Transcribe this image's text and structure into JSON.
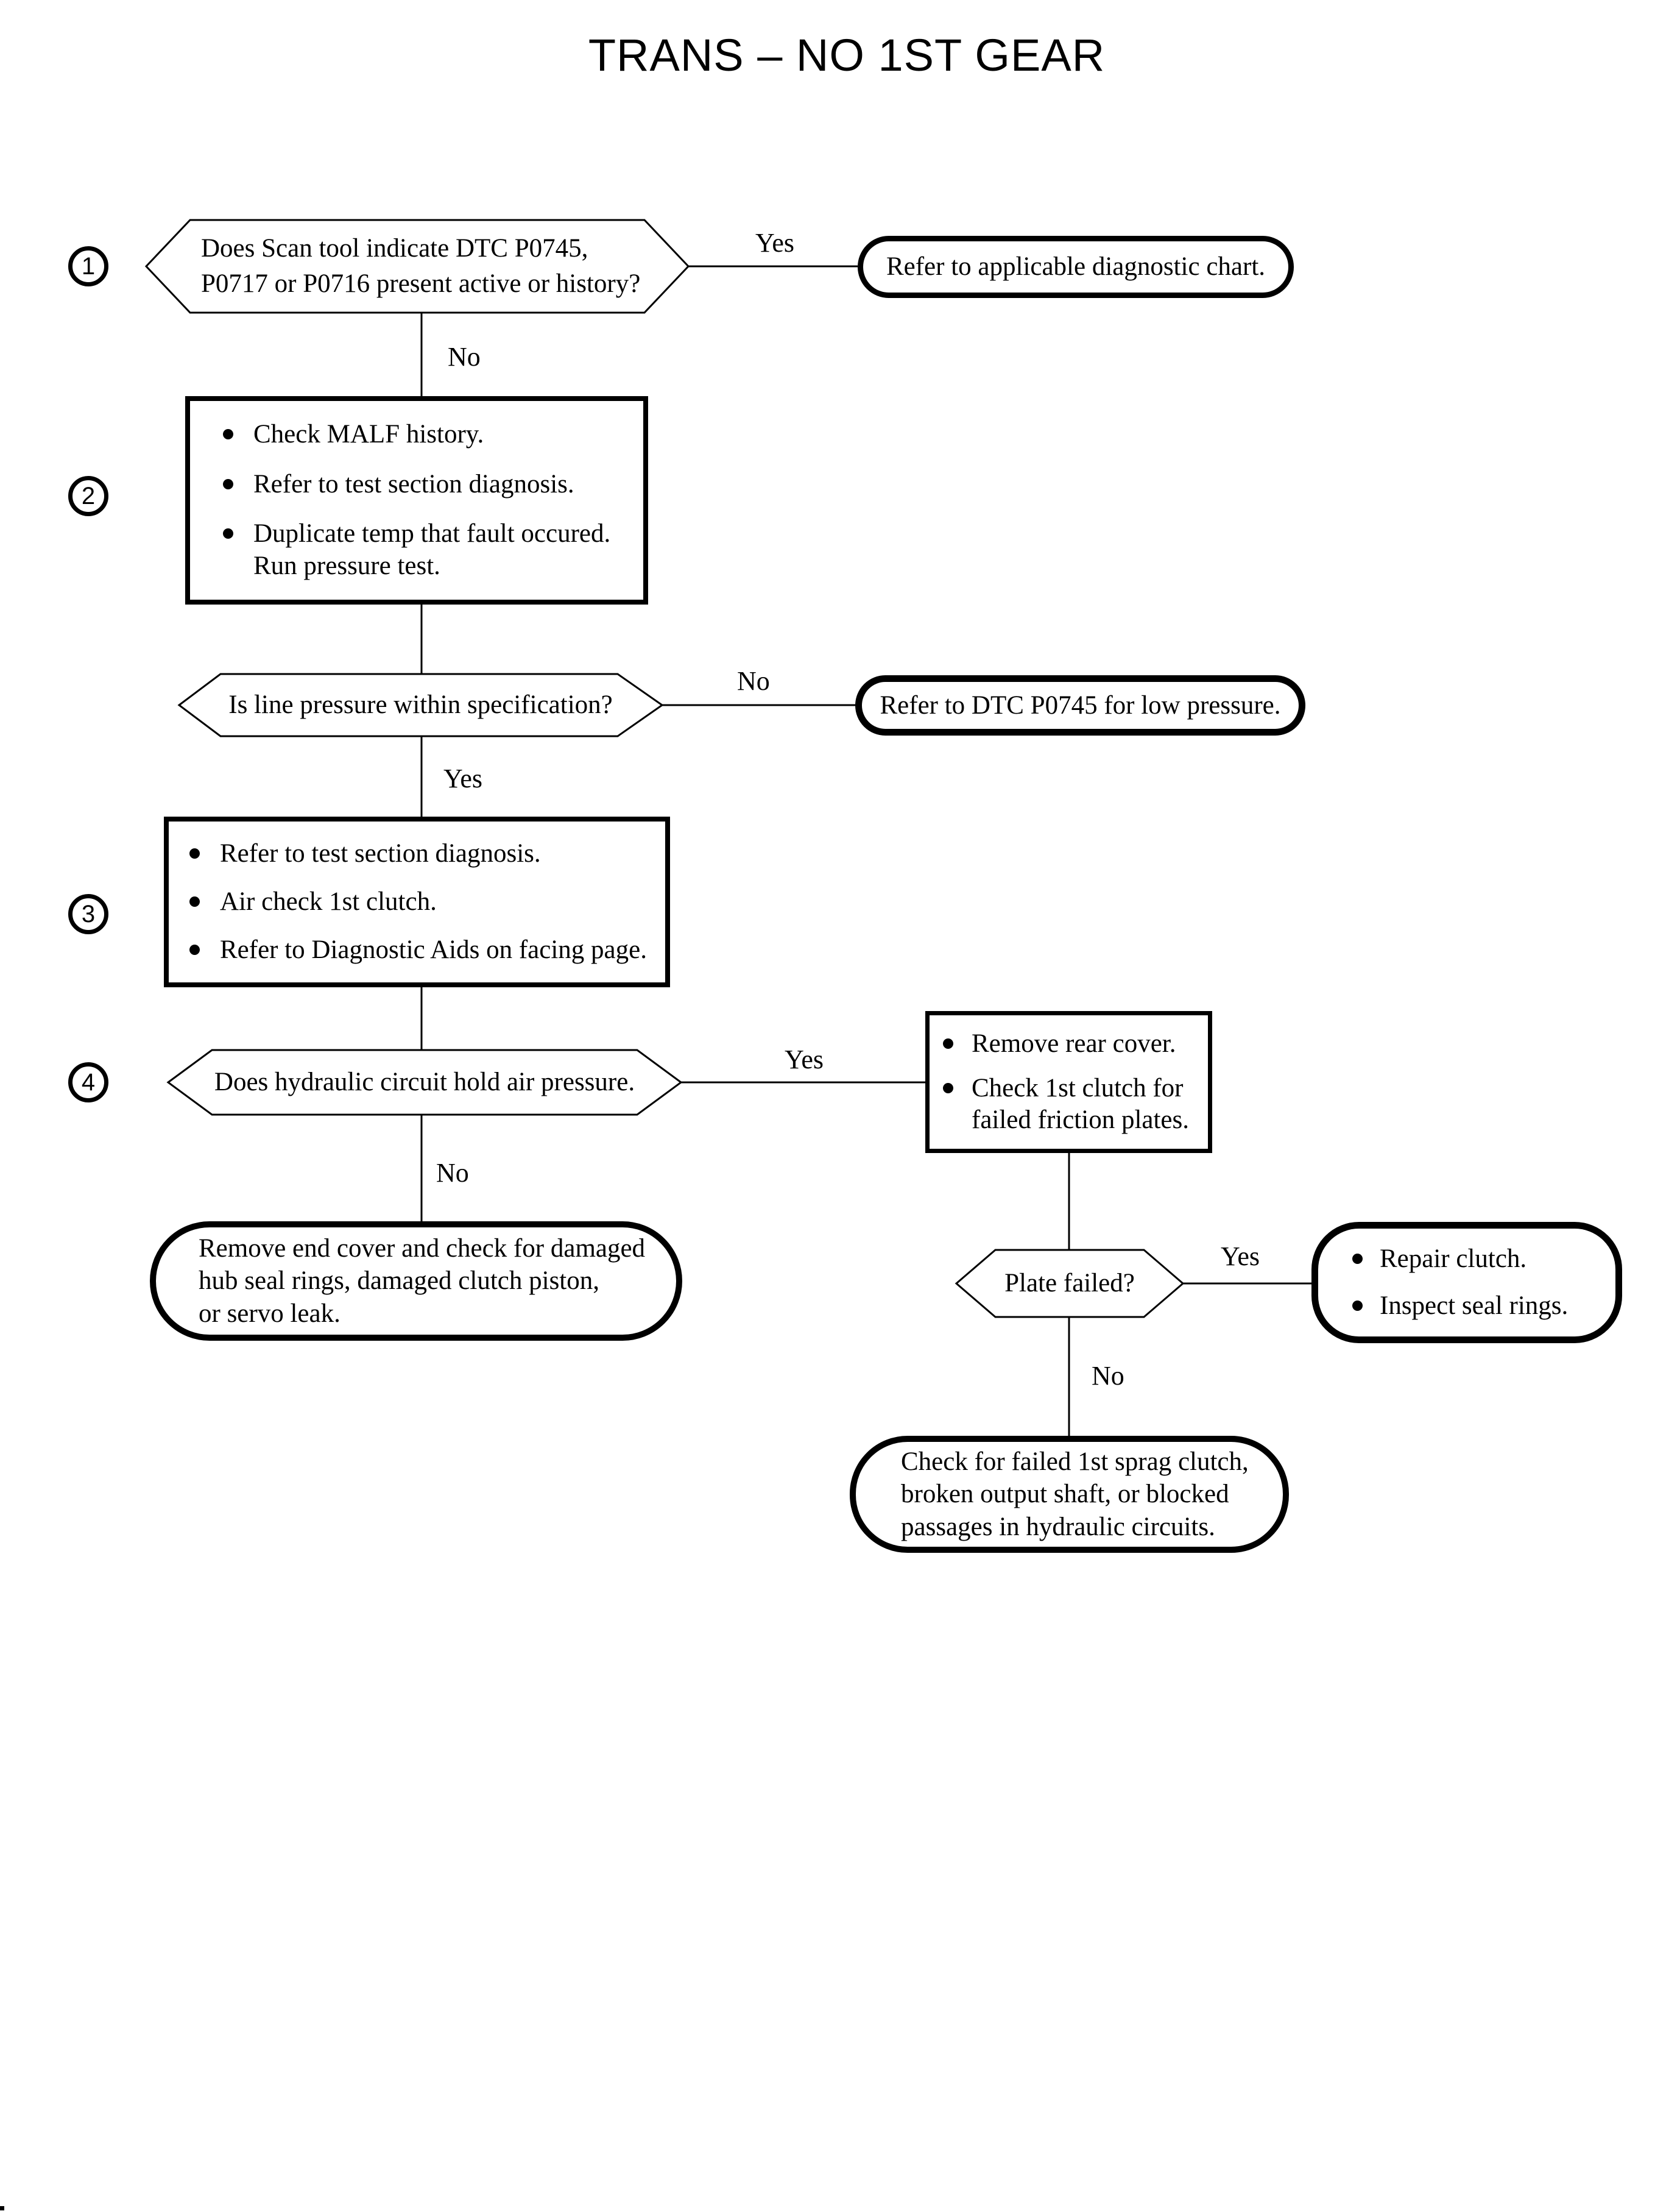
{
  "colors": {
    "ink": "#000000",
    "paper": "#ffffff"
  },
  "title": "TRANS – NO 1ST GEAR",
  "steps": [
    "1",
    "2",
    "3",
    "4"
  ],
  "edge_labels": {
    "yes": "Yes",
    "no": "No"
  },
  "nodes": {
    "decision1": "Does Scan tool indicate DTC P0745,\nP0717 or P0716 present active or history?",
    "terminal_yes1": "Refer to applicable diagnostic chart.",
    "process2_items": [
      "Check MALF history.",
      "Refer to test section diagnosis.",
      "Duplicate temp that fault occured.\nRun pressure test."
    ],
    "decision2": "Is line pressure within specification?",
    "terminal_no2": "Refer to DTC P0745 for low pressure.",
    "process3_items": [
      "Refer to test section diagnosis.",
      "Air check 1st clutch.",
      "Refer to Diagnostic Aids on facing page."
    ],
    "decision4": "Does hydraulic circuit hold air pressure.",
    "process_yes4_items": [
      "Remove rear cover.",
      "Check 1st clutch for\nfailed friction plates."
    ],
    "terminal_no4": "Remove end cover and check for damaged\nhub seal rings, damaged clutch piston,\nor servo leak.",
    "decision5": "Plate failed?",
    "terminal_yes5_items": [
      "Repair clutch.",
      "Inspect seal rings."
    ],
    "terminal_no5": "Check for failed 1st sprag clutch,\nbroken output shaft, or blocked\npassages in hydraulic circuits."
  }
}
